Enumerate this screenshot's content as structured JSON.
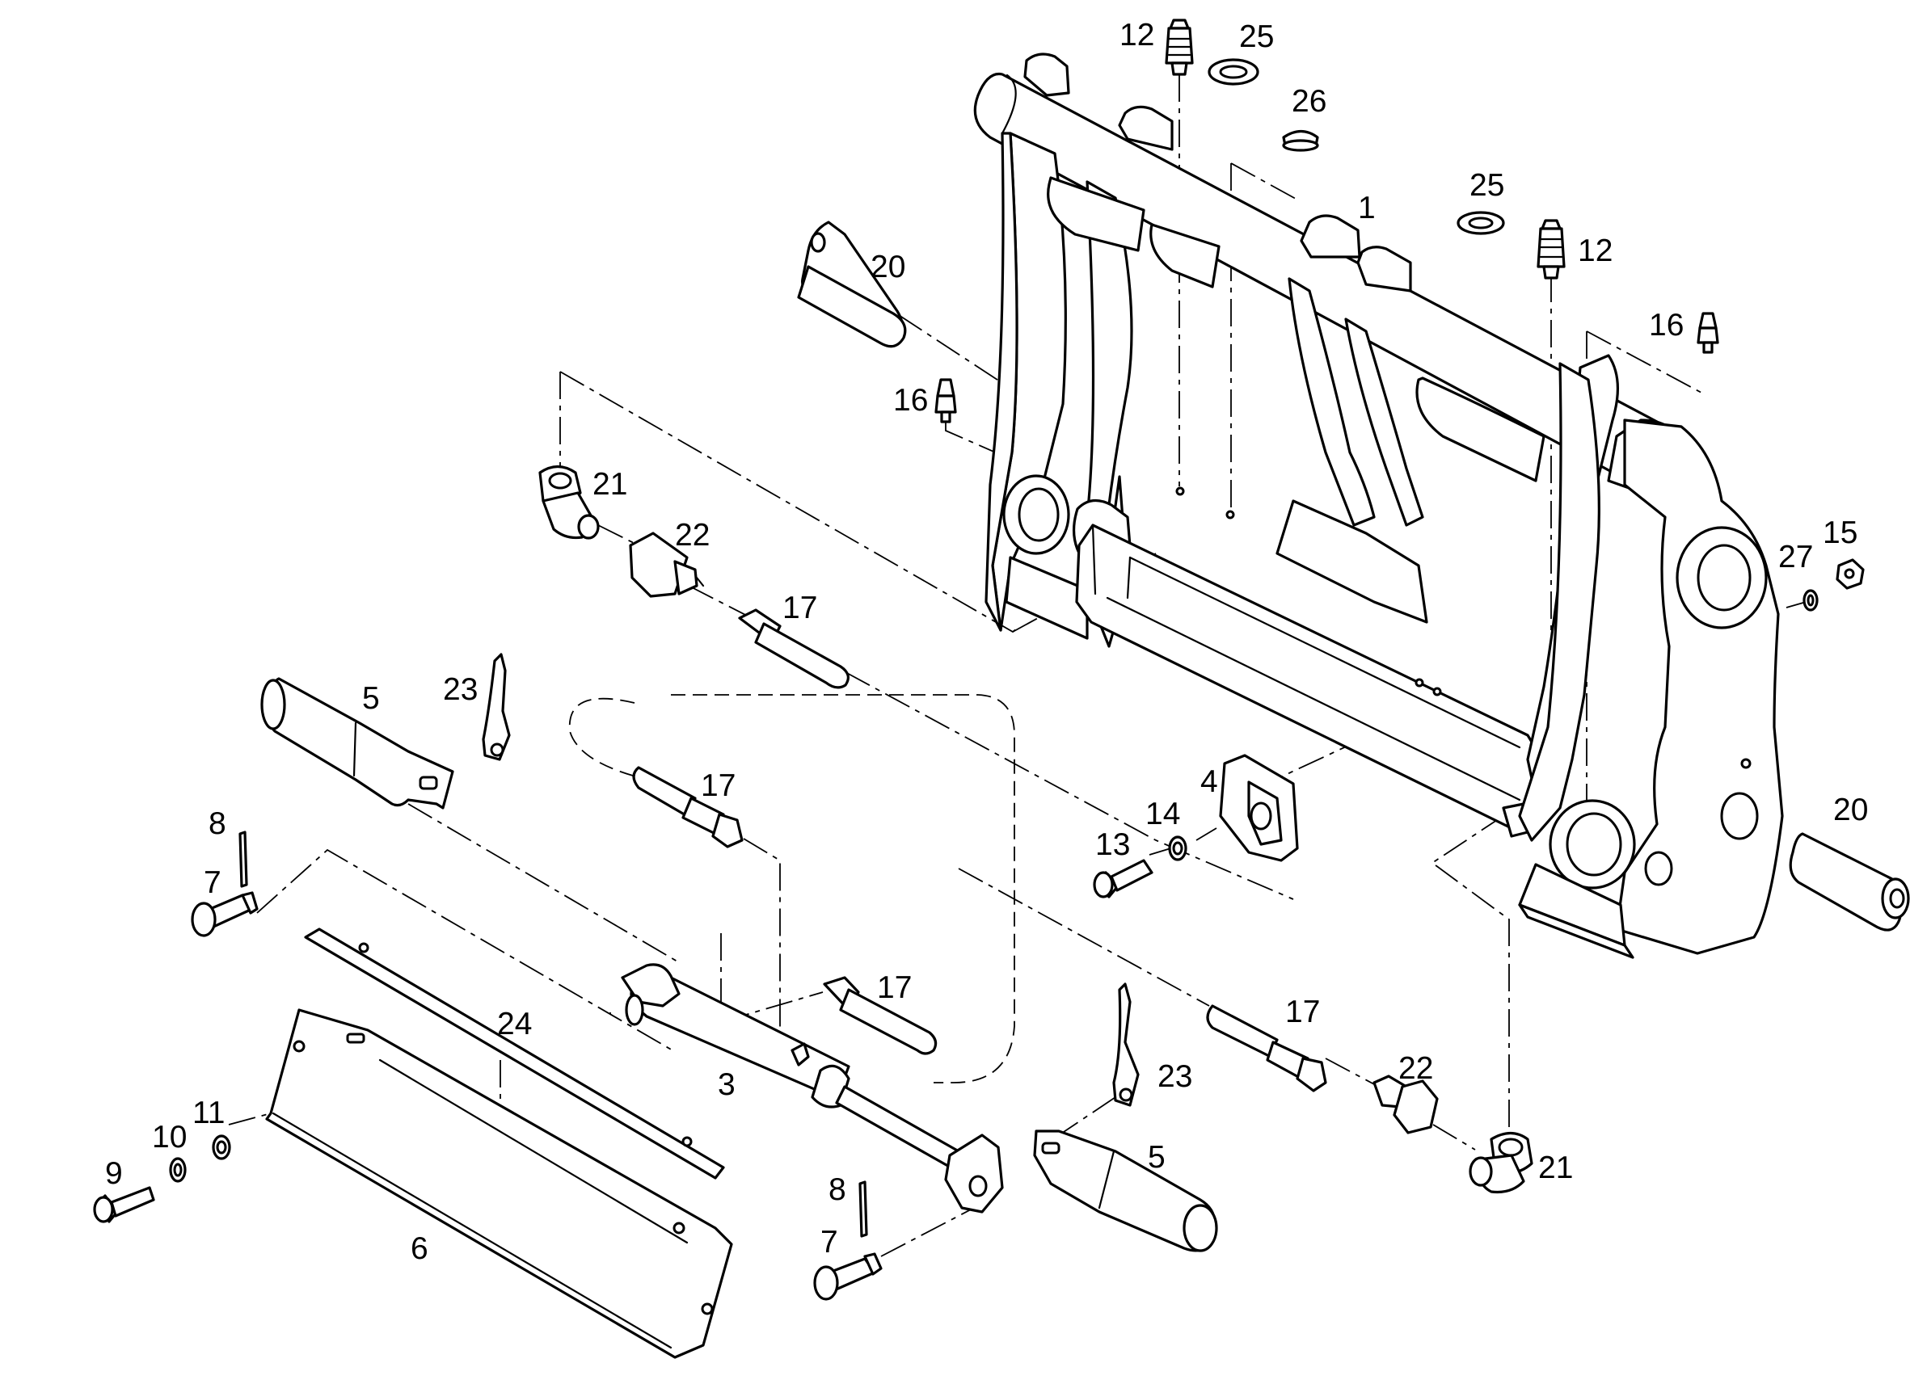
{
  "labels": {
    "p1": "1",
    "p3": "3",
    "p4": "4",
    "p5a": "5",
    "p5b": "5",
    "p6": "6",
    "p7a": "7",
    "p7b": "7",
    "p8a": "8",
    "p8b": "8",
    "p9": "9",
    "p10": "10",
    "p11": "11",
    "p12a": "12",
    "p12b": "12",
    "p13": "13",
    "p14": "14",
    "p15": "15",
    "p16a": "16",
    "p16b": "16",
    "p17a": "17",
    "p17b": "17",
    "p17c": "17",
    "p17d": "17",
    "p20a": "20",
    "p20b": "20",
    "p21a": "21",
    "p21b": "21",
    "p22a": "22",
    "p22b": "22",
    "p23a": "23",
    "p23b": "23",
    "p24": "24",
    "p25a": "25",
    "p25b": "25",
    "p26": "26",
    "p27": "27"
  }
}
